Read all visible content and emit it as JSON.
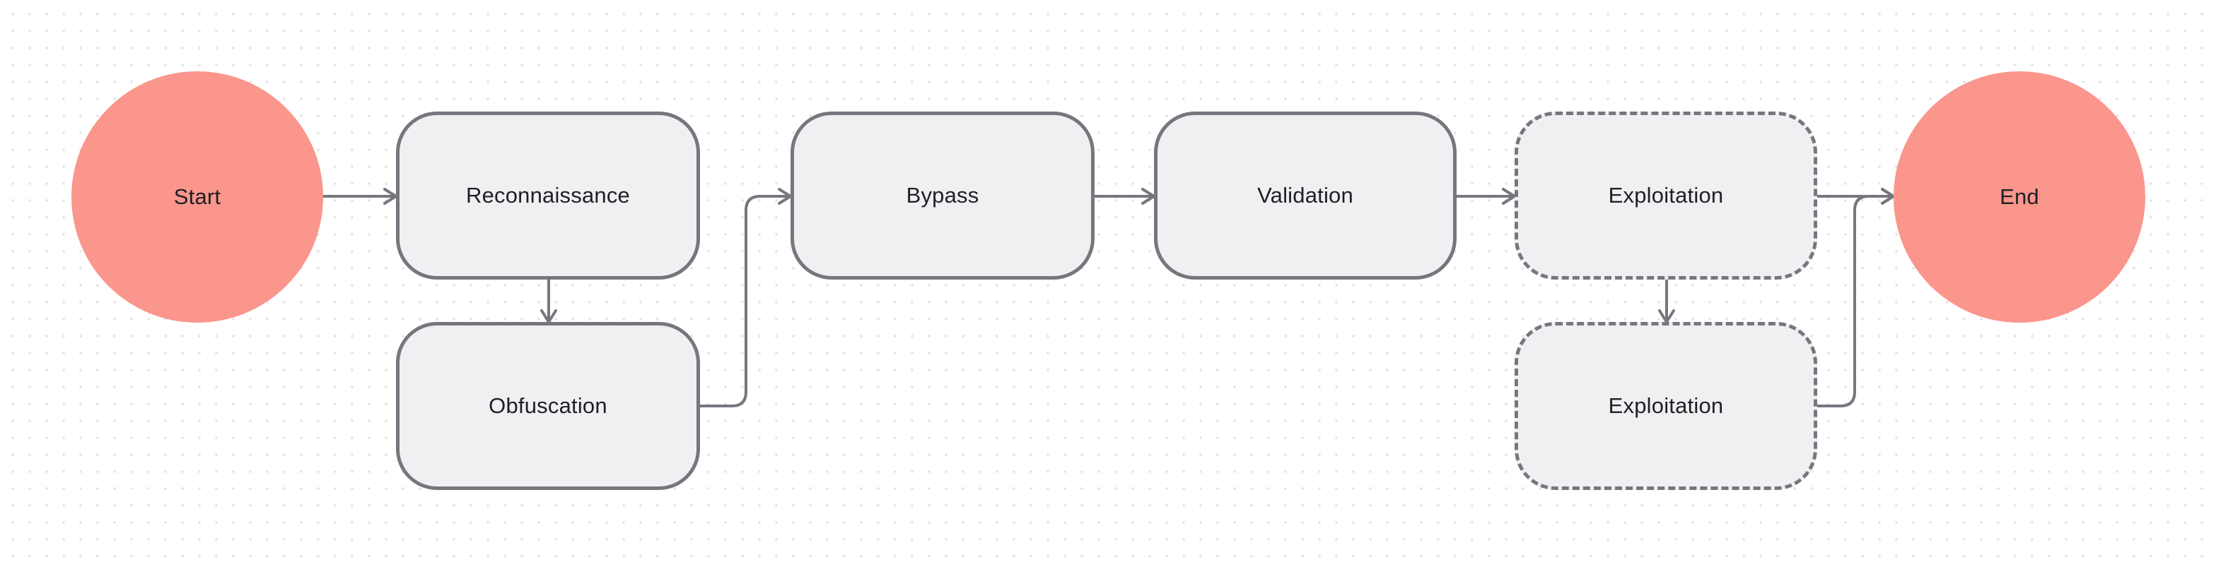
{
  "diagram": {
    "nodes": {
      "start": "Start",
      "reconnaissance": "Reconnaissance",
      "obfuscation": "Obfuscation",
      "bypass": "Bypass",
      "validation": "Validation",
      "exploitation_1": "Exploitation",
      "exploitation_2": "Exploitation",
      "end": "End"
    },
    "edges": [
      {
        "from": "start",
        "to": "reconnaissance"
      },
      {
        "from": "reconnaissance",
        "to": "obfuscation"
      },
      {
        "from": "obfuscation",
        "to": "bypass"
      },
      {
        "from": "bypass",
        "to": "validation"
      },
      {
        "from": "validation",
        "to": "exploitation_1"
      },
      {
        "from": "exploitation_1",
        "to": "exploitation_2"
      },
      {
        "from": "exploitation_1",
        "to": "end"
      },
      {
        "from": "exploitation_2",
        "to": "end"
      }
    ],
    "colors": {
      "terminal_fill": "#fa968c",
      "process_fill": "#eff0f2",
      "stroke": "#76777e",
      "text": "#1f2023"
    }
  }
}
